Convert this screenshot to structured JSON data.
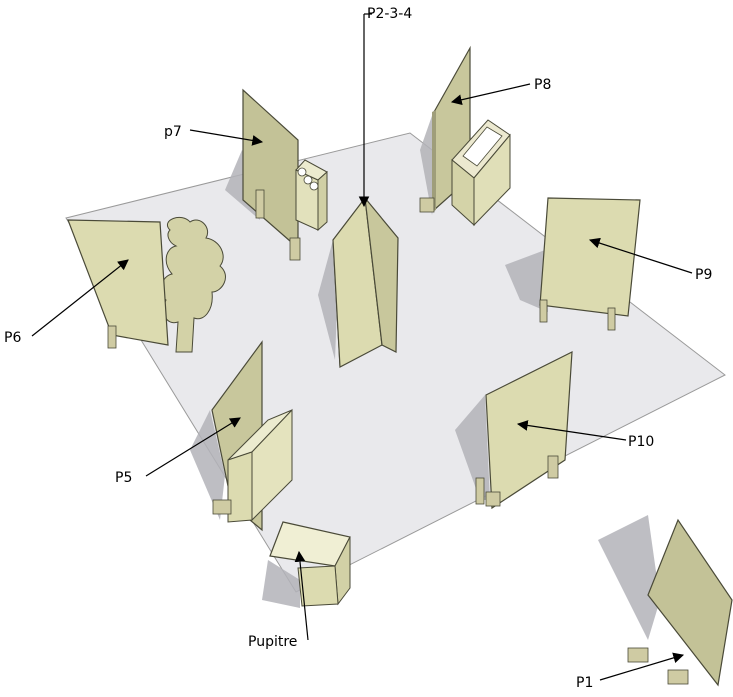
{
  "labels": {
    "p234": "P2-3-4",
    "p8": "P8",
    "p7": "p7",
    "p6": "P6",
    "p9": "P9",
    "p5": "P5",
    "p10": "P10",
    "pupitre": "Pupitre",
    "p1": "P1"
  },
  "colors": {
    "floor": "#e9e9ec",
    "floor_edge": "#9a9a9a",
    "shadow": "#b3b3b8",
    "panel_face": "#dcdbb0",
    "panel_shade": "#b8b98c",
    "panel_edge": "#4a4a38",
    "foot": "#cfcba3",
    "tree": "#d3d2a7"
  }
}
